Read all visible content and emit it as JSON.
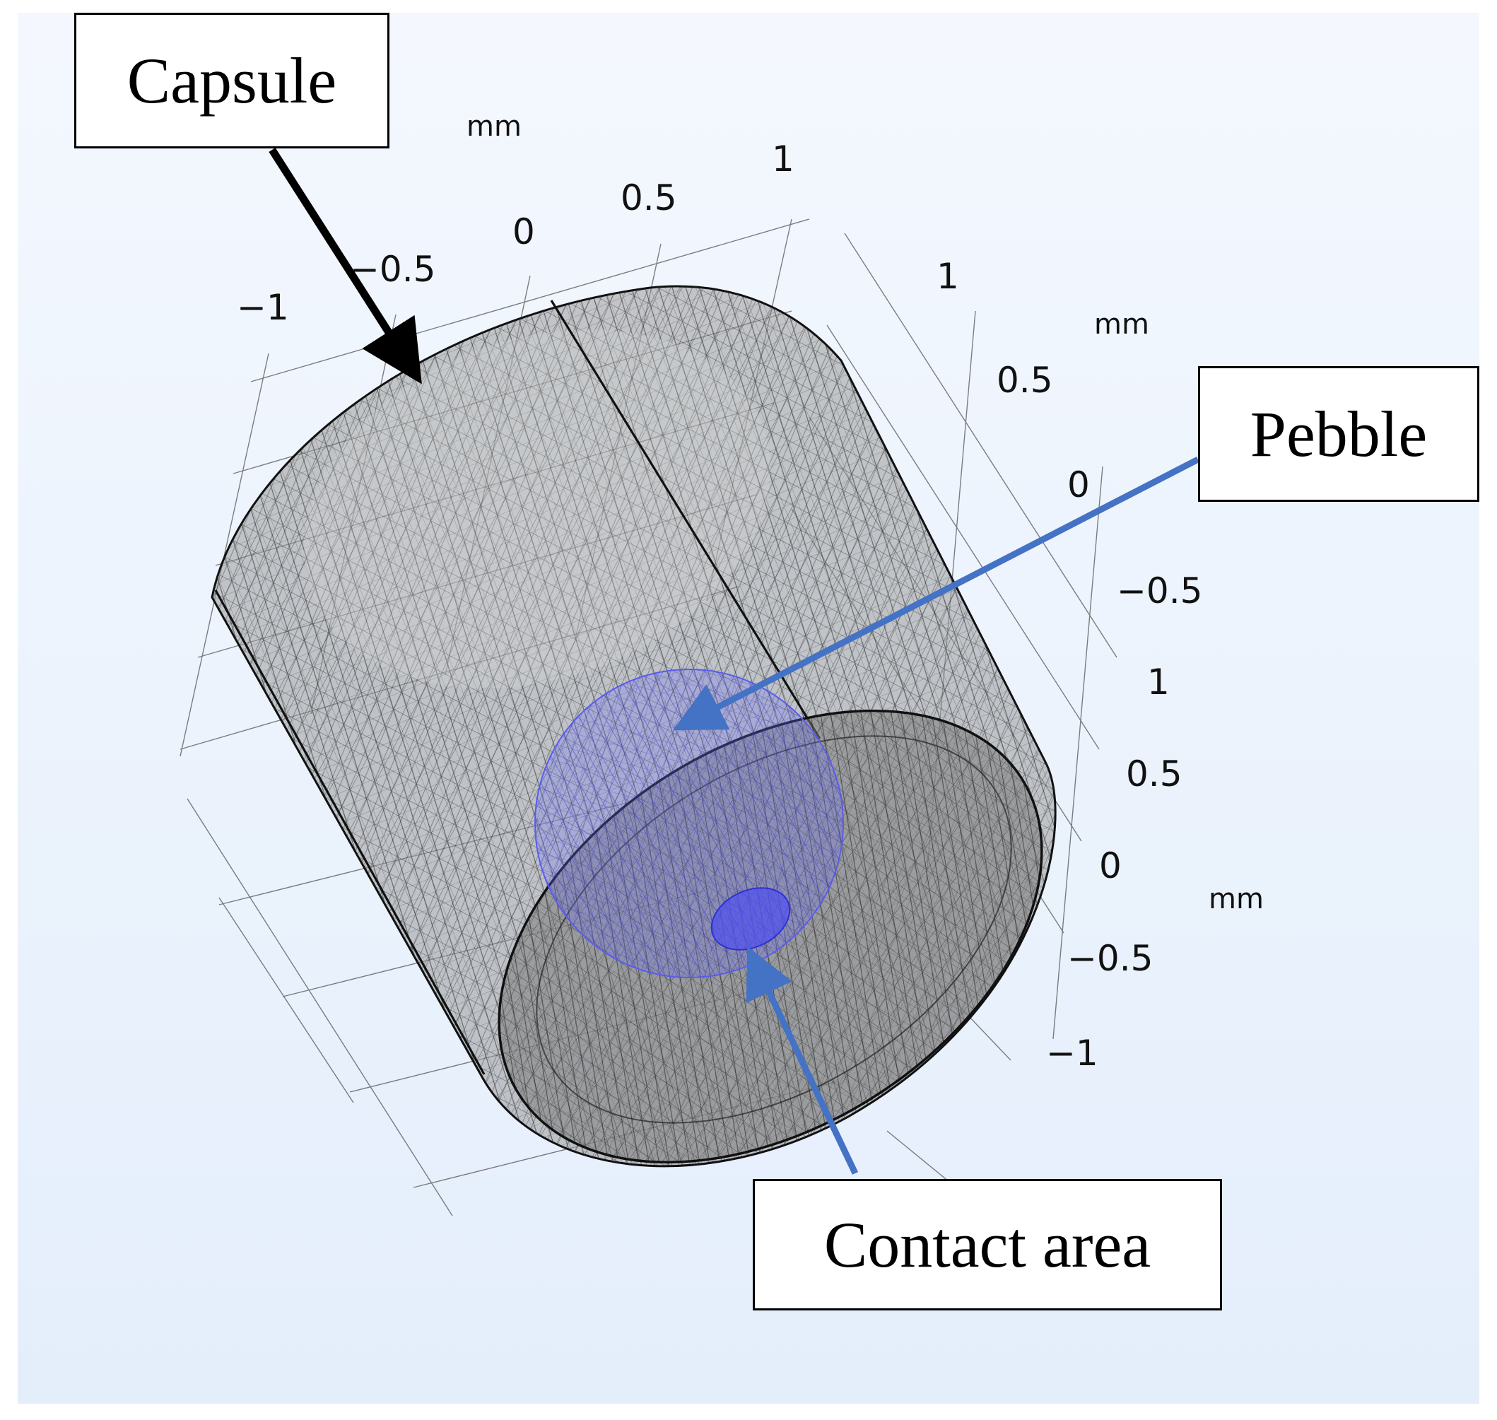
{
  "labels": {
    "capsule": "Capsule",
    "pebble": "Pebble",
    "contact": "Contact area"
  },
  "axes": {
    "top": {
      "unit": "mm",
      "ticks": [
        "−1",
        "−0.5",
        "0",
        "0.5",
        "1"
      ]
    },
    "right": {
      "unit": "mm",
      "ticks": [
        "1",
        "0.5",
        "0",
        "−0.5"
      ]
    },
    "vertical": {
      "unit": "mm",
      "ticks": [
        "1",
        "0.5",
        "0",
        "−0.5",
        "−1"
      ]
    }
  },
  "colors": {
    "background_top": "#f4f8fe",
    "background_bottom": "#e6f0fc",
    "capsule_fill": "#8f8f8f",
    "mesh": "#2b2b2b",
    "pebble": "#5a5cf0",
    "arrow_black": "#000000",
    "arrow_blue": "#4472c4"
  }
}
